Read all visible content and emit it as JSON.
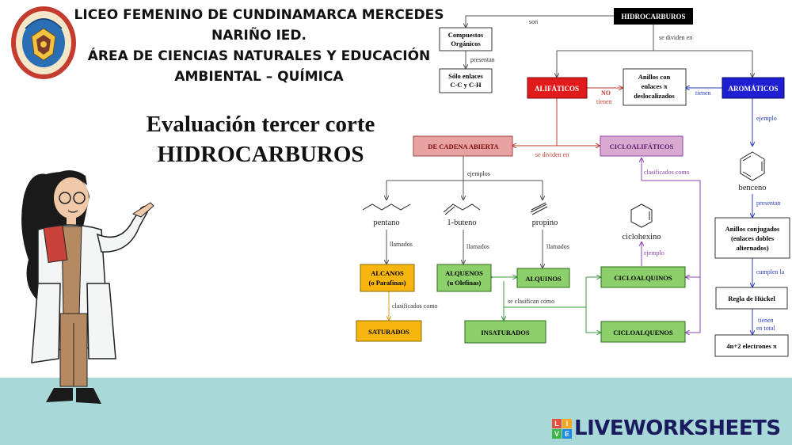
{
  "header": {
    "school_line1": "LICEO FEMENINO DE CUNDINAMARCA MERCEDES",
    "school_line2": "NARIÑO IED.",
    "area_line1": "ÁREA DE CIENCIAS NATURALES Y EDUCACIÓN",
    "area_line2": "AMBIENTAL – QUÍMICA",
    "logo_icon": "school-crest-icon"
  },
  "title": {
    "line1": "Evaluación tercer corte",
    "line2": "HIDROCARBUROS"
  },
  "diagram": {
    "nodes": {
      "hidrocarburos": "HIDROCARBUROS",
      "compuestos_1": "Compuestos",
      "compuestos_2": "Orgánicos",
      "enlaces_1": "Sólo enlaces",
      "enlaces_2": "C-C y C-H",
      "alifaticos": "ALIFÁTICOS",
      "anillos_1": "Anillos con",
      "anillos_2": "enlaces π",
      "anillos_3": "deslocalizados",
      "aromaticos": "AROMÁTICOS",
      "cadena_abierta": "DE CADENA ABIERTA",
      "cicloalifaticos": "CICLOALIFÁTICOS",
      "alcanos_1": "ALCANOS",
      "alcanos_2": "(o Parafinas)",
      "alquenos_1": "ALQUENOS",
      "alquenos_2": "(u Olefinas)",
      "alquinos": "ALQUINOS",
      "cicloalquinos": "CICLOALQUINOS",
      "saturados": "SATURADOS",
      "insaturados": "INSATURADOS",
      "cicloalquenos": "CICLOALQUENOS",
      "conjugados_1": "Anillos conjugados",
      "conjugados_2": "(enlaces dobles",
      "conjugados_3": "alternados)",
      "huckel": "Regla de Hückel",
      "electrones": "4n+2 electrones π"
    },
    "molecules": {
      "pentano": "pentano",
      "buteno": "1-buteno",
      "propino": "propino",
      "ciclohexino": "ciclohexino",
      "benceno": "benceno"
    },
    "edges": {
      "son": "son",
      "presentan": "presentan",
      "se_dividen_en": "se dividen en",
      "no": "NO",
      "tienen": "tienen",
      "tienen2": "tienen",
      "se_dividen_en2": "se dividen en",
      "ejemplos": "ejemplos",
      "ejemplo": "ejemplo",
      "llamados1": "llamados",
      "llamados2": "llamados",
      "llamados3": "llamados",
      "clasificados_como": "clasificados como",
      "clasificados_como2": "clasificados como",
      "ejemplo2": "ejemplo",
      "se_clasifican_como": "se clasifican como",
      "presentan2": "presentan",
      "cumplen_la": "cumplen la",
      "tienen3": "tienen",
      "en_total": "en total"
    }
  },
  "branding": {
    "letters": [
      "L",
      "I",
      "V",
      "E"
    ],
    "word": "LIVEWORKSHEETS",
    "colors": [
      "#e94e3c",
      "#f5a623",
      "#3ab54a",
      "#1e88e5"
    ]
  },
  "colors": {
    "band": "#a9d8d9",
    "alifaticos": "#e11b1b",
    "aromaticos": "#1f1fd1",
    "cadena_abierta": "#e8a2a2",
    "cicloalifaticos": "#d9a9d0",
    "alcanos": "#f7b50f",
    "alquenos": "#8ccf6b",
    "dark_node": "#000000"
  }
}
